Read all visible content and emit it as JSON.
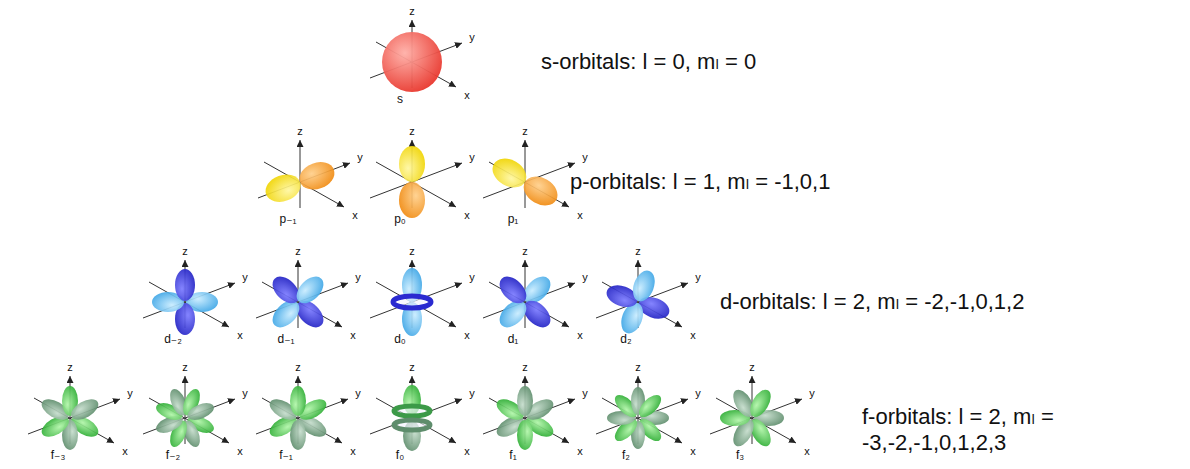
{
  "diagram": {
    "labels": [
      "z",
      "y",
      "x",
      "s",
      "s-orbitals: l = 0, mₗ = 0",
      "z",
      "y",
      "x",
      "p₋₁",
      "z",
      "y",
      "x",
      "p₀",
      "z",
      "y",
      "x",
      "p₁",
      "p-orbitals: l = 1, mₗ = -1,0,1",
      "z",
      "y",
      "x",
      "d₋₂",
      "z",
      "y",
      "x",
      "d₋₁",
      "z",
      "y",
      "x",
      "d₀",
      "z",
      "y",
      "x",
      "d₁",
      "z",
      "y",
      "x",
      "d₂",
      "d-orbitals: l = 2, mₗ = -2,-1,0,1,2",
      "z",
      "y",
      "x",
      "f₋₃",
      "z",
      "y",
      "x",
      "f₋₂",
      "z",
      "y",
      "x",
      "f₋₁",
      "z",
      "y",
      "x",
      "f₀",
      "z",
      "y",
      "x",
      "f₁",
      "z",
      "y",
      "x",
      "f₂",
      "z",
      "y",
      "x",
      "f₃",
      "f-orbitals: l = 2, mₗ = -3,-2,-1,0,1,2,3"
    ]
  }
}
